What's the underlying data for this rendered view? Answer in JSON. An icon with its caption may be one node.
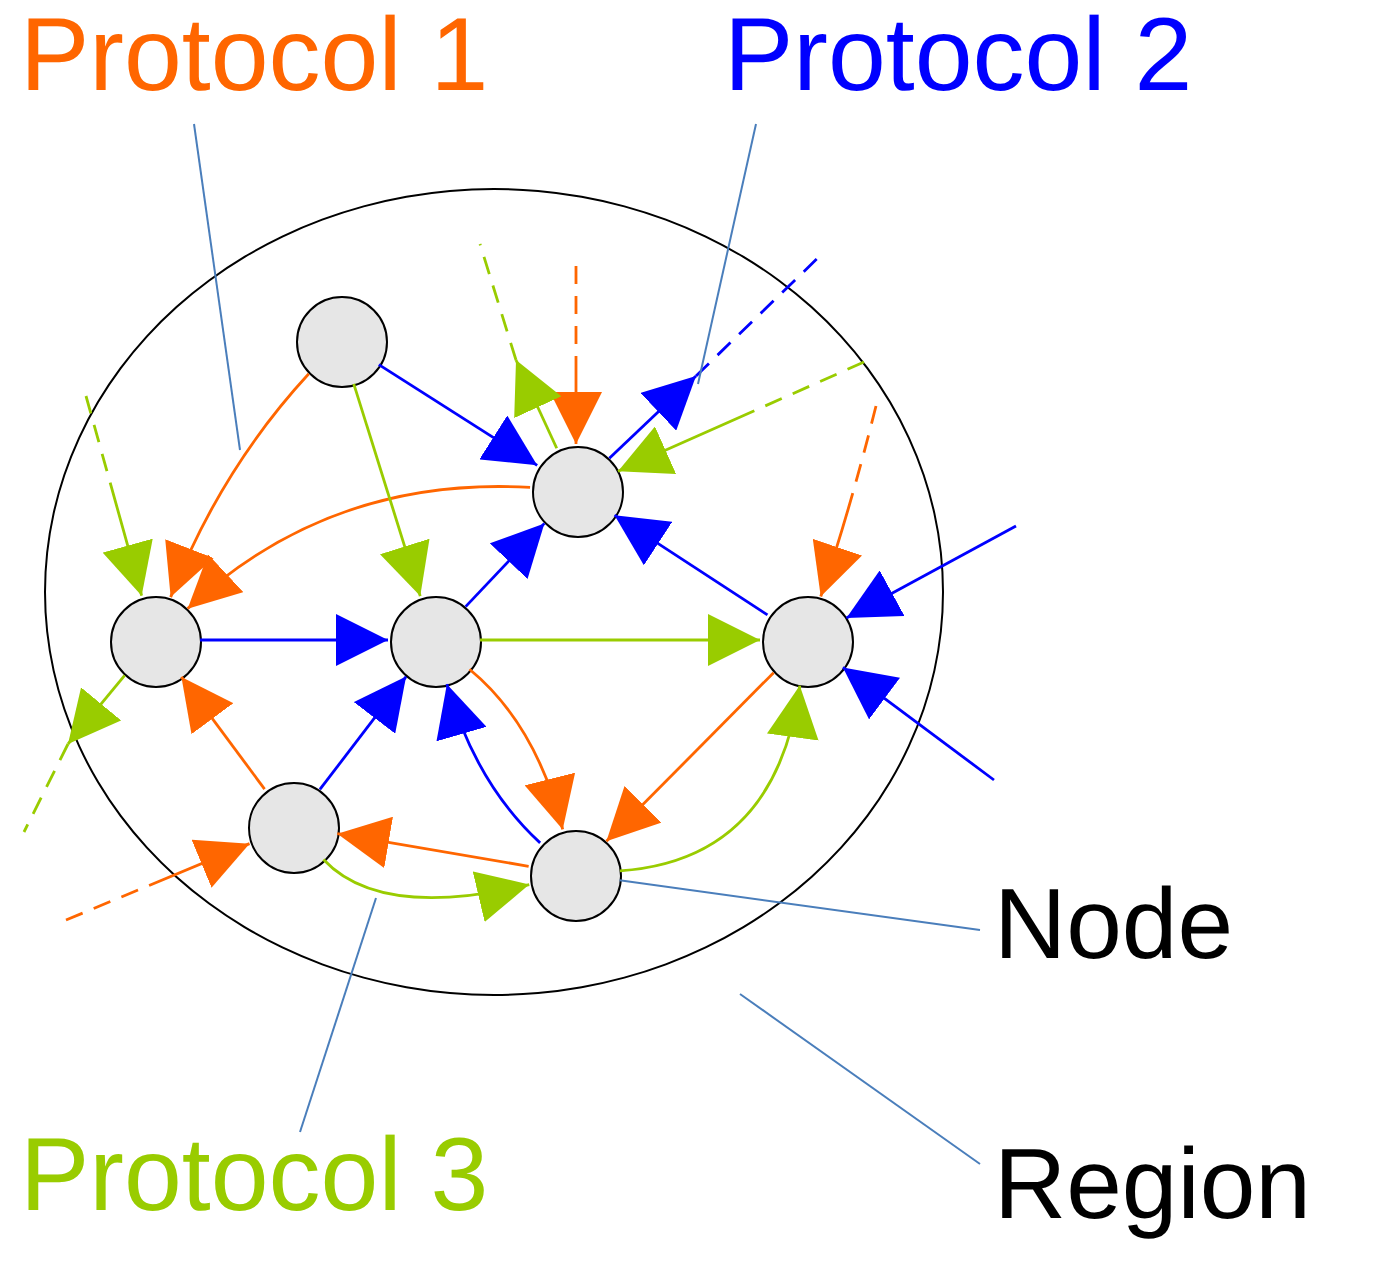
{
  "diagram": {
    "nodes": [
      {
        "text": [
          "Protocol 1"
        ]
      },
      {
        "text": [
          "Protocol 2"
        ]
      },
      {
        "text": [],
        "shape": "circle"
      },
      {
        "text": [],
        "shape": "circle",
        "in": 2
      },
      {
        "text": [],
        "shape": "circle",
        "in": 2
      },
      {
        "text": [],
        "shape": "circle",
        "in": 2
      },
      {
        "text": [],
        "shape": "circle",
        "in": 2
      },
      {
        "text": [],
        "shape": "circle",
        "in": 2
      },
      {
        "text": [],
        "shape": "circle",
        "in": 2
      },
      {
        "text": [],
        "shape": "circle",
        "in": 2
      },
      {
        "text": [
          "Node"
        ]
      },
      {
        "text": [
          "Protocol 3"
        ]
      },
      {
        "text": [
          "Region"
        ]
      }
    ],
    "edges": [
      {
        "from": 3,
        "to": 4,
        "arrow": "to",
        "color": "#0000ff"
      },
      {
        "from": 5,
        "to": 6,
        "arrow": "to",
        "color": "#0000ff"
      },
      {
        "from": 6,
        "to": 4,
        "arrow": "to",
        "color": "#0000ff"
      },
      {
        "from": 8,
        "to": 6,
        "arrow": "to",
        "color": "#0000ff"
      },
      {
        "from": 9,
        "to": 6,
        "arrow": "to",
        "color": "#0000ff"
      },
      {
        "from": 7,
        "to": 4,
        "arrow": "to",
        "color": "#0000ff"
      },
      {
        "from": null,
        "to": 7,
        "arrow": "to",
        "color": "#0000ff"
      },
      {
        "from": null,
        "to": 7,
        "arrow": "to",
        "color": "#0000ff"
      },
      {
        "from": 4,
        "to": null,
        "arrow": "to",
        "color": "#0000ff"
      },
      {
        "from": 3,
        "to": 5,
        "arrow": "to",
        "color": "#ff6600"
      },
      {
        "from": 4,
        "to": 5,
        "arrow": "to",
        "color": "#ff6600"
      },
      {
        "from": null,
        "to": 4,
        "arrow": "to",
        "style": "dashed",
        "color": "#ff6600"
      },
      {
        "from": 6,
        "to": 9,
        "arrow": "to",
        "color": "#ff6600"
      },
      {
        "from": 7,
        "to": 9,
        "arrow": "to",
        "color": "#ff6600"
      },
      {
        "from": 9,
        "to": 8,
        "arrow": "to",
        "color": "#ff6600"
      },
      {
        "from": 8,
        "to": 5,
        "arrow": "to",
        "color": "#ff6600"
      },
      {
        "from": null,
        "to": 8,
        "arrow": "to",
        "style": "dashed",
        "color": "#ff6600"
      },
      {
        "from": null,
        "to": 7,
        "arrow": "to",
        "style": "dashed",
        "color": "#ff6600"
      },
      {
        "from": 3,
        "to": 6,
        "arrow": "to",
        "color": "#99cc00"
      },
      {
        "from": 6,
        "to": 7,
        "arrow": "to",
        "color": "#99cc00"
      },
      {
        "from": 5,
        "to": null,
        "arrow": "to",
        "color": "#99cc00"
      },
      {
        "from": null,
        "to": 5,
        "arrow": "to",
        "style": "dashed",
        "color": "#99cc00"
      },
      {
        "from": 4,
        "to": null,
        "arrow": "to",
        "color": "#99cc00"
      },
      {
        "from": null,
        "to": 4,
        "arrow": "to",
        "style": "dashed",
        "color": "#99cc00"
      },
      {
        "from": 8,
        "to": 9,
        "arrow": "to",
        "color": "#99cc00"
      },
      {
        "from": 9,
        "to": 7,
        "arrow": "to",
        "color": "#99cc00"
      },
      {
        "from": 0,
        "to": null,
        "arrow": "none",
        "color": "#4a7ebb"
      },
      {
        "from": 1,
        "to": null,
        "arrow": "none",
        "color": "#4a7ebb"
      },
      {
        "from": 11,
        "to": null,
        "arrow": "none",
        "color": "#4a7ebb"
      },
      {
        "from": 10,
        "to": 9,
        "arrow": "none",
        "color": "#4a7ebb"
      },
      {
        "from": 12,
        "to": 2,
        "arrow": "none",
        "color": "#4a7ebb"
      }
    ]
  }
}
